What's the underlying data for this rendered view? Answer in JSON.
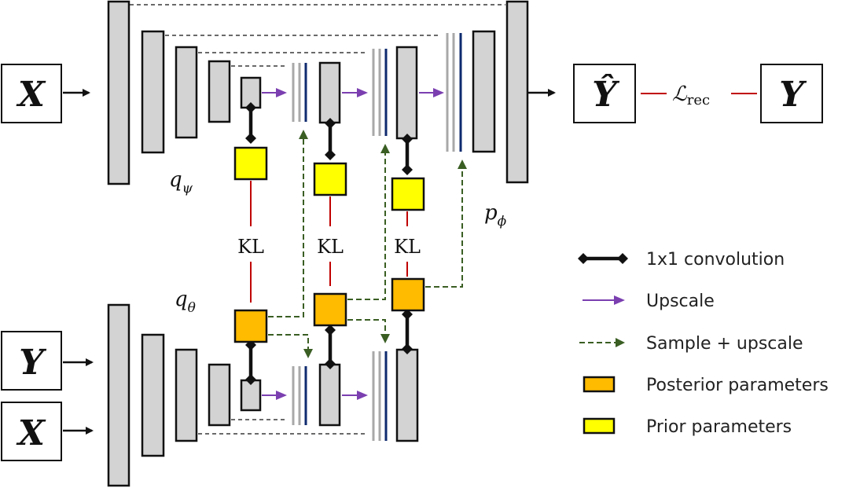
{
  "inputs": {
    "prior_x": "X",
    "posterior_y": "Y",
    "posterior_x": "X",
    "output_hat": "Ŷ",
    "target": "Y"
  },
  "labels": {
    "prior_net": "q",
    "prior_net_sub": "ψ",
    "posterior_net": "q",
    "posterior_net_sub": "θ",
    "decoder": "p",
    "decoder_sub": "ϕ",
    "kl": "KL",
    "loss": "ℒ",
    "loss_sub": "rec"
  },
  "legend": [
    {
      "icon": "conv-icon",
      "label": "1x1 convolution"
    },
    {
      "icon": "upscale-arrow-icon",
      "label": "Upscale"
    },
    {
      "icon": "sample-arrow-icon",
      "label": "Sample + upscale"
    },
    {
      "icon": "posterior-swatch",
      "label": "Posterior parameters",
      "color": "#ffbb00"
    },
    {
      "icon": "prior-swatch",
      "label": "Prior parameters",
      "color": "#ffff00"
    }
  ],
  "colors": {
    "posterior": "#ffbb00",
    "prior": "#ffff00",
    "upscale": "#7b3fb0",
    "sample": "#3a5e23",
    "kl": "#c00000",
    "skip_bar": "#0e2a6e"
  }
}
